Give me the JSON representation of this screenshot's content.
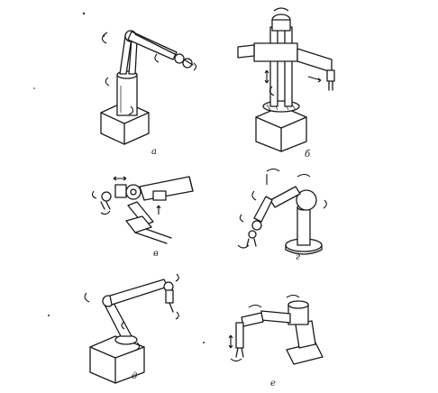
{
  "figure": {
    "panels": [
      {
        "id": "a",
        "label": "а",
        "kind": "articulated-arm-on-block-base"
      },
      {
        "id": "b",
        "label": "б",
        "kind": "cylindrical-column-robot"
      },
      {
        "id": "v",
        "label": "в",
        "kind": "horizontal-articulated-arm"
      },
      {
        "id": "g",
        "label": "г",
        "kind": "pedestal-articulated-arm"
      },
      {
        "id": "d",
        "label": "д",
        "kind": "articulated-arm-on-block-base"
      },
      {
        "id": "e",
        "label": "е",
        "kind": "scara-robot"
      }
    ]
  },
  "colors": {
    "ink": "#1a1a1a",
    "paper": "#ffffff"
  },
  "icons": [
    "rotation-arrow-icon",
    "linear-arrow-icon"
  ]
}
